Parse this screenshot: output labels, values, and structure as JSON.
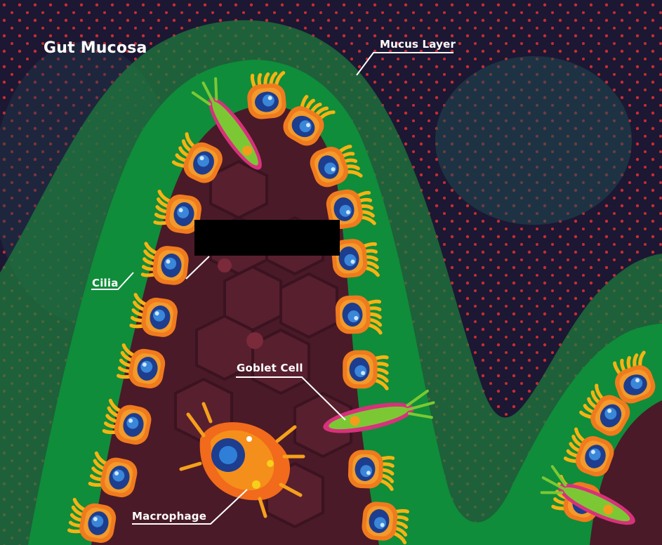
{
  "diagram": {
    "title": "Gut Mucosa",
    "labels": {
      "mucus_layer": "Mucus Layer",
      "cilia": "Cilia",
      "goblet_cell": "Goblet Cell",
      "macrophage": "Macrophage"
    },
    "redacted_label": "",
    "colors": {
      "background": "#1c1733",
      "mucus_outer": "#1f7a3c",
      "mucus_inner": "#0f8d3a",
      "lamina": "#4a1a28",
      "epithelial_cell": "#f07a1e",
      "cilia": "#f6b313",
      "nucleus": "#1d3d8f",
      "goblet": "#7cc834",
      "goblet_rim": "#d8317c",
      "macrophage": "#f26a1b",
      "red_dots": "#e8302f",
      "redaction_box": "#000000"
    }
  }
}
